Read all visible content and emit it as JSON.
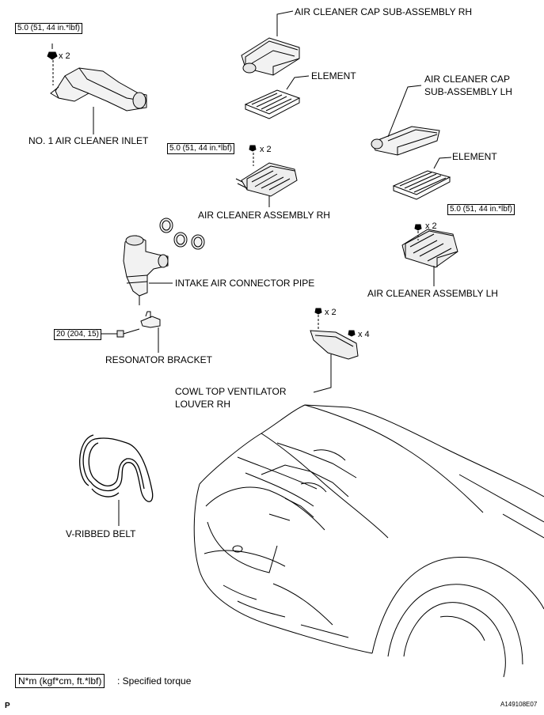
{
  "labels": {
    "cap_rh": "AIR CLEANER CAP SUB-ASSEMBLY RH",
    "element_rh": "ELEMENT",
    "cap_lh_1": "AIR CLEANER CAP",
    "cap_lh_2": "SUB-ASSEMBLY LH",
    "element_lh": "ELEMENT",
    "inlet": "NO. 1 AIR CLEANER INLET",
    "assy_rh": "AIR CLEANER ASSEMBLY RH",
    "assy_lh": "AIR CLEANER ASSEMBLY LH",
    "connector": "INTAKE AIR CONNECTOR PIPE",
    "bracket": "RESONATOR BRACKET",
    "cowl_1": "COWL TOP VENTILATOR",
    "cowl_2": "LOUVER RH",
    "belt": "V-RIBBED BELT"
  },
  "torques": {
    "inlet": "5.0 (51, 44 in.*lbf)",
    "assy_rh": "5.0 (51, 44 in.*lbf)",
    "assy_lh": "5.0 (51, 44 in.*lbf)",
    "bracket": "20 (204, 15)"
  },
  "quantities": {
    "inlet": "x 2",
    "assy_rh": "x 2",
    "assy_lh": "x 2",
    "cowl_a": "x 2",
    "cowl_b": "x 4"
  },
  "legend": {
    "box": "N*m (kgf*cm, ft.*lbf)",
    "text": ": Specified torque"
  },
  "footer": {
    "page_mark": "P",
    "figure_id": "A149108E07"
  }
}
